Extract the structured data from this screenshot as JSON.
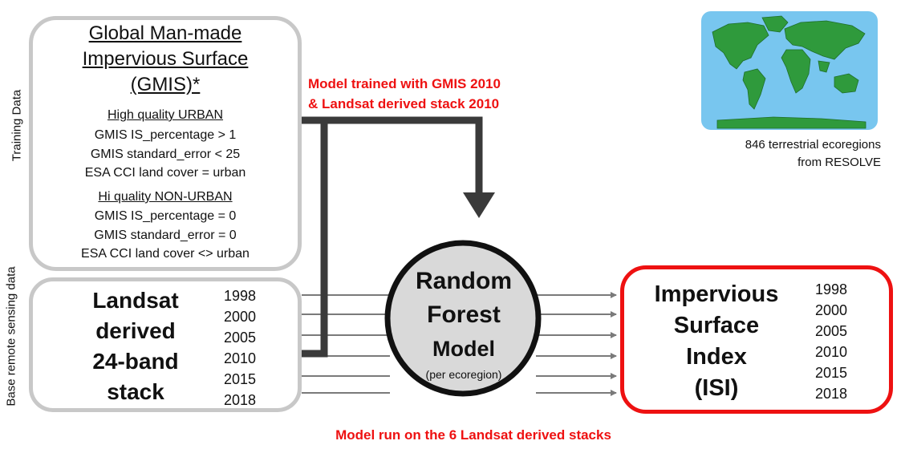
{
  "side_labels": {
    "training": "Training Data",
    "base": "Base remote sensing data"
  },
  "gmis": {
    "title_lines": [
      "Global Man-made",
      "Impervious Surface",
      "(GMIS)*"
    ],
    "urban": {
      "heading": "High quality URBAN",
      "criteria": [
        "GMIS IS_percentage > 1",
        "GMIS standard_error < 25",
        "ESA CCI land cover = urban"
      ]
    },
    "non_urban": {
      "heading": "Hi quality NON-URBAN",
      "criteria": [
        "GMIS IS_percentage = 0",
        "GMIS standard_error = 0",
        "ESA CCI land cover <> urban"
      ]
    }
  },
  "landsat": {
    "title_lines": [
      "Landsat",
      "derived",
      "24-band",
      "stack"
    ],
    "years": [
      "1998",
      "2000",
      "2005",
      "2010",
      "2015",
      "2018"
    ]
  },
  "model": {
    "title_lines": [
      "Random",
      "Forest"
    ],
    "model_label": "Model",
    "subtitle": "(per ecoregion)"
  },
  "isi": {
    "title_lines": [
      "Impervious",
      "Surface",
      "Index",
      "(ISI)"
    ],
    "years": [
      "1998",
      "2000",
      "2005",
      "2010",
      "2015",
      "2018"
    ]
  },
  "annotations": {
    "trained": [
      "Model trained with GMIS 2010",
      "& Landsat derived stack 2010"
    ],
    "run": "Model run on the 6 Landsat derived stacks"
  },
  "ecoregions": {
    "caption_lines": [
      "846 terrestrial ecoregions",
      "from RESOLVE"
    ],
    "map_icon": "world-map-icon"
  },
  "colors": {
    "accent_red": "#ee1111",
    "box_gray": "#c8c8c8",
    "model_fill": "#d9d9d9",
    "arrow_dark": "#3a3a3a",
    "arrow_gray": "#7a7a7a",
    "ocean": "#78c6ef",
    "land": "#2f9a3c"
  }
}
